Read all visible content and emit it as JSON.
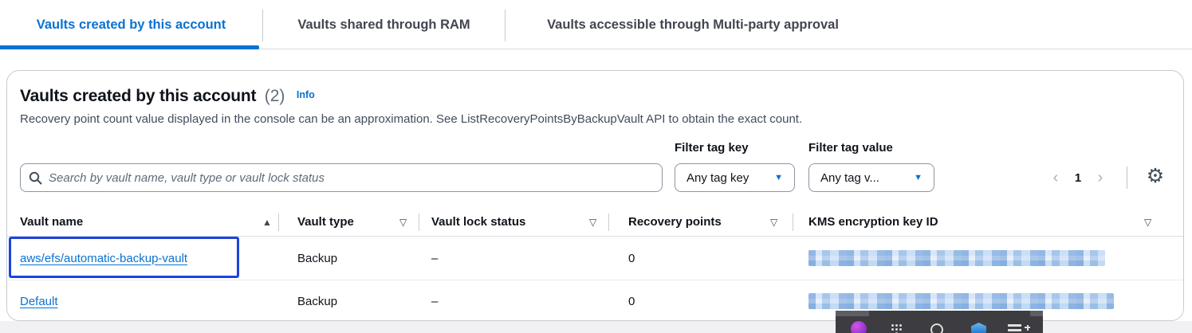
{
  "tabs": {
    "items": [
      {
        "label": "Vaults created by this account",
        "active": true
      },
      {
        "label": "Vaults shared through RAM",
        "active": false
      },
      {
        "label": "Vaults accessible through Multi-party approval",
        "active": false
      }
    ]
  },
  "panel": {
    "title": "Vaults created by this account",
    "count": "(2)",
    "info_label": "Info",
    "description": "Recovery point count value displayed in the console can be an approximation. See ListRecoveryPointsByBackupVault API to obtain the exact count.",
    "search": {
      "placeholder": "Search by vault name, vault type or vault lock status"
    },
    "filters": {
      "tag_key_label": "Filter tag key",
      "tag_value_label": "Filter tag value",
      "tag_key_selected": "Any tag key",
      "tag_value_selected": "Any tag v..."
    },
    "pagination": {
      "prev": "‹",
      "page": "1",
      "next": "›"
    }
  },
  "table": {
    "columns": [
      {
        "label": "Vault name",
        "sort": "ascending"
      },
      {
        "label": "Vault type",
        "sort": "none"
      },
      {
        "label": "Vault lock status",
        "sort": "none"
      },
      {
        "label": "Recovery points",
        "sort": "none"
      },
      {
        "label": "KMS encryption key ID",
        "sort": "none"
      }
    ],
    "rows": [
      {
        "vault_name": "aws/efs/automatic-backup-vault",
        "vault_type": "Backup",
        "vault_lock_status": "–",
        "recovery_points": "0",
        "kms_key_redacted": true,
        "highlighted": true
      },
      {
        "vault_name": "Default",
        "vault_type": "Backup",
        "vault_lock_status": "–",
        "recovery_points": "0",
        "kms_key_redacted": true,
        "highlighted": false
      }
    ]
  },
  "icons": {
    "sort_asc": "▲",
    "sort_none": "▽",
    "caret_down": "▼",
    "gear": "⚙"
  },
  "colors": {
    "accent": "#0972d3",
    "link": "#0972d3",
    "focus_box": "#1d43dc",
    "tab_inactive": "#424650",
    "text_secondary": "#414d5c"
  }
}
